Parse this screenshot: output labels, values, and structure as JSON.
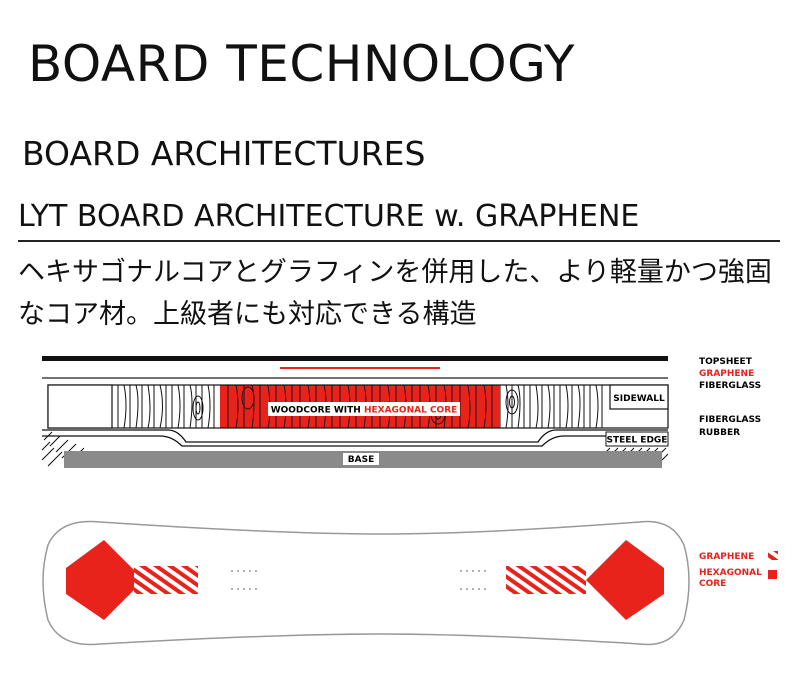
{
  "header": {
    "title": "BOARD TECHNOLOGY",
    "section": "BOARD ARCHITECTURES",
    "subtitle": "LYT BOARD ARCHITECTURE w. GRAPHENE",
    "description": "ヘキサゴナルコアとグラフィンを併用した、より軽量かつ強固なコア材。上級者にも対応できる構造"
  },
  "cross_section": {
    "labels": {
      "topsheet": "TOPSHEET",
      "graphene": "GRAPHENE",
      "fiberglass_top": "FIBERGLASS",
      "fiberglass_bottom": "FIBERGLASS",
      "rubber": "RUBBER",
      "sidewall": "SIDEWALL",
      "steel_edge": "STEEL EDGE",
      "base": "BASE",
      "woodcore_prefix": "WOODCORE WITH ",
      "woodcore_highlight": "HEXAGONAL CORE"
    }
  },
  "board_view": {
    "legend": {
      "graphene": "GRAPHENE",
      "hex_line1": "HEXAGONAL",
      "hex_line2": "CORE"
    }
  },
  "colors": {
    "accent_red": "#e8231c",
    "base_gray": "#8a8a8a",
    "ink": "#111111"
  }
}
